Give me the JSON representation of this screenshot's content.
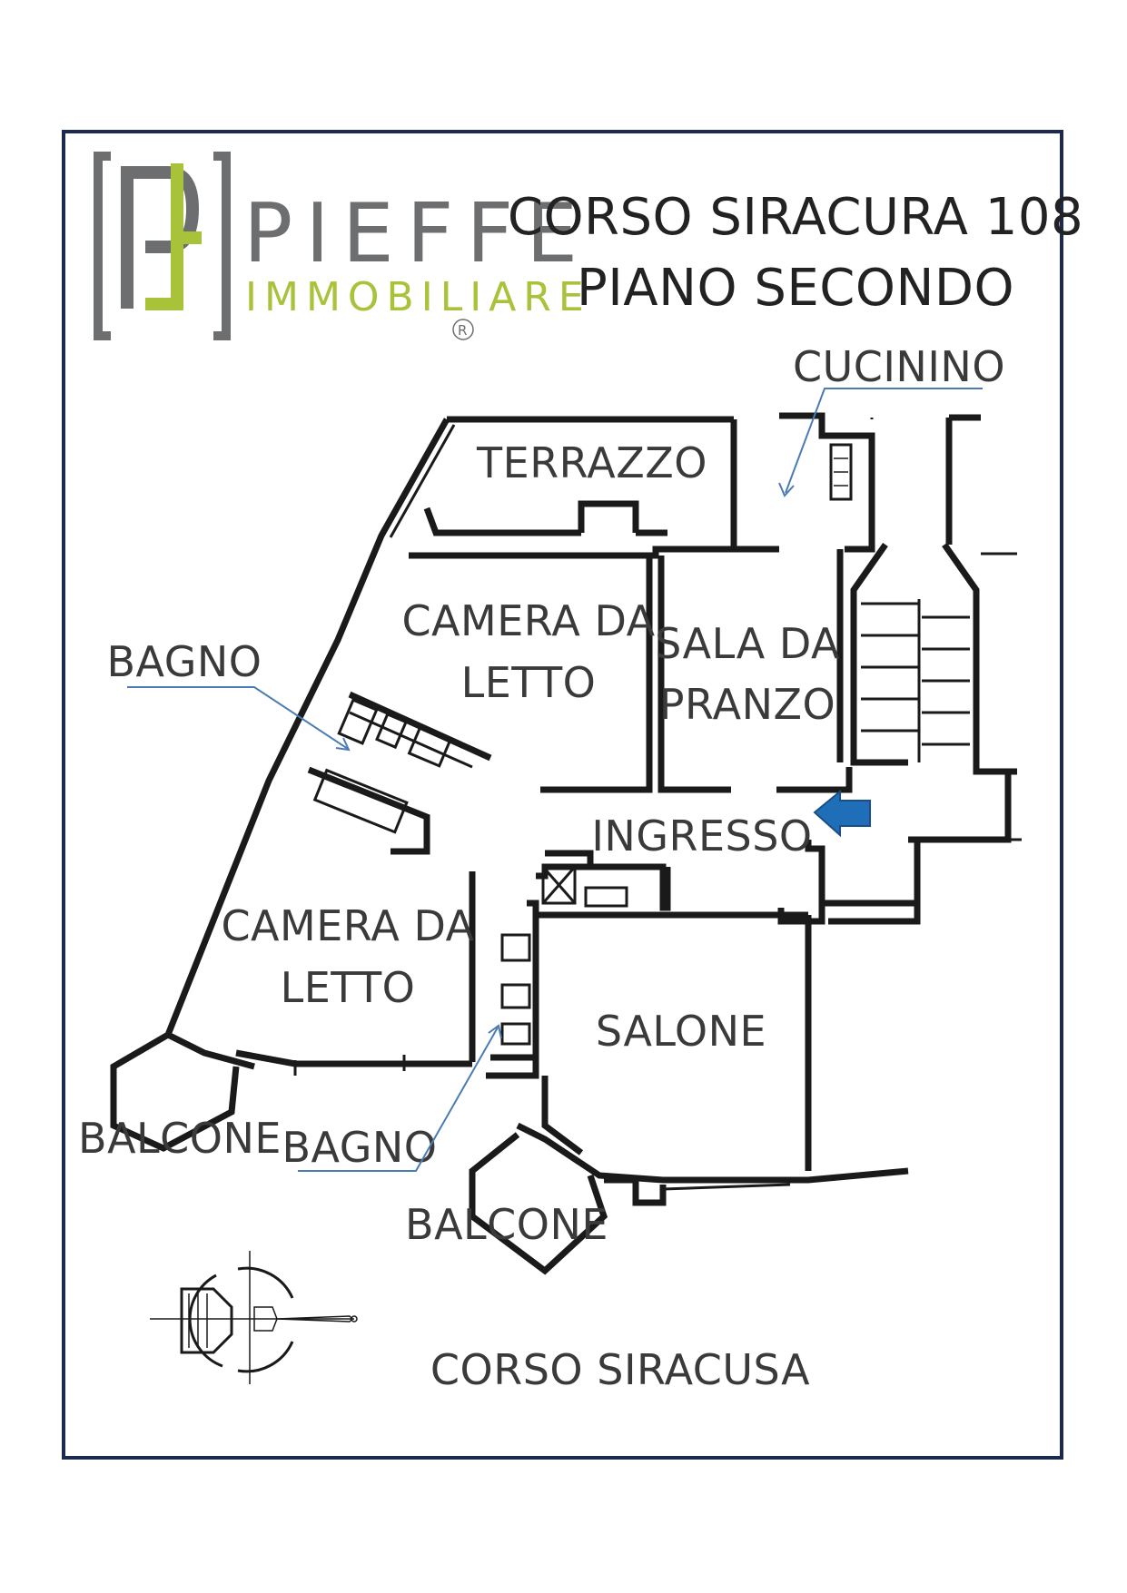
{
  "brand": {
    "name": "PIEFFE",
    "sub": "IMMOBILIARE",
    "registered": "R",
    "colors": {
      "grey": "#6d6e70",
      "green": "#a8c23a"
    }
  },
  "title": {
    "line1": "CORSO SIRACURA 108",
    "line2": "PIANO SECONDO"
  },
  "rooms": {
    "cucinino": "CUCININO",
    "terrazzo": "TERRAZZO",
    "camera1_l1": "CAMERA DA",
    "camera1_l2": "LETTO",
    "sala_l1": "SALA DA",
    "sala_l2": "PRANZO",
    "bagno1": "BAGNO",
    "ingresso": "INGRESSO",
    "camera2_l1": "CAMERA DA",
    "camera2_l2": "LETTO",
    "salone": "SALONE",
    "balcone1": "BALCONE",
    "bagno2": "BAGNO",
    "balcone2": "BALCONE"
  },
  "street": "CORSO SIRACUSA",
  "colors": {
    "frame": "#1b2a4e",
    "entry_arrow": "#1f6fb8",
    "leader": "#4a7bb5",
    "walls": "#1a1a1a"
  },
  "icons": [
    "entry-arrow-icon",
    "compass-icon"
  ]
}
